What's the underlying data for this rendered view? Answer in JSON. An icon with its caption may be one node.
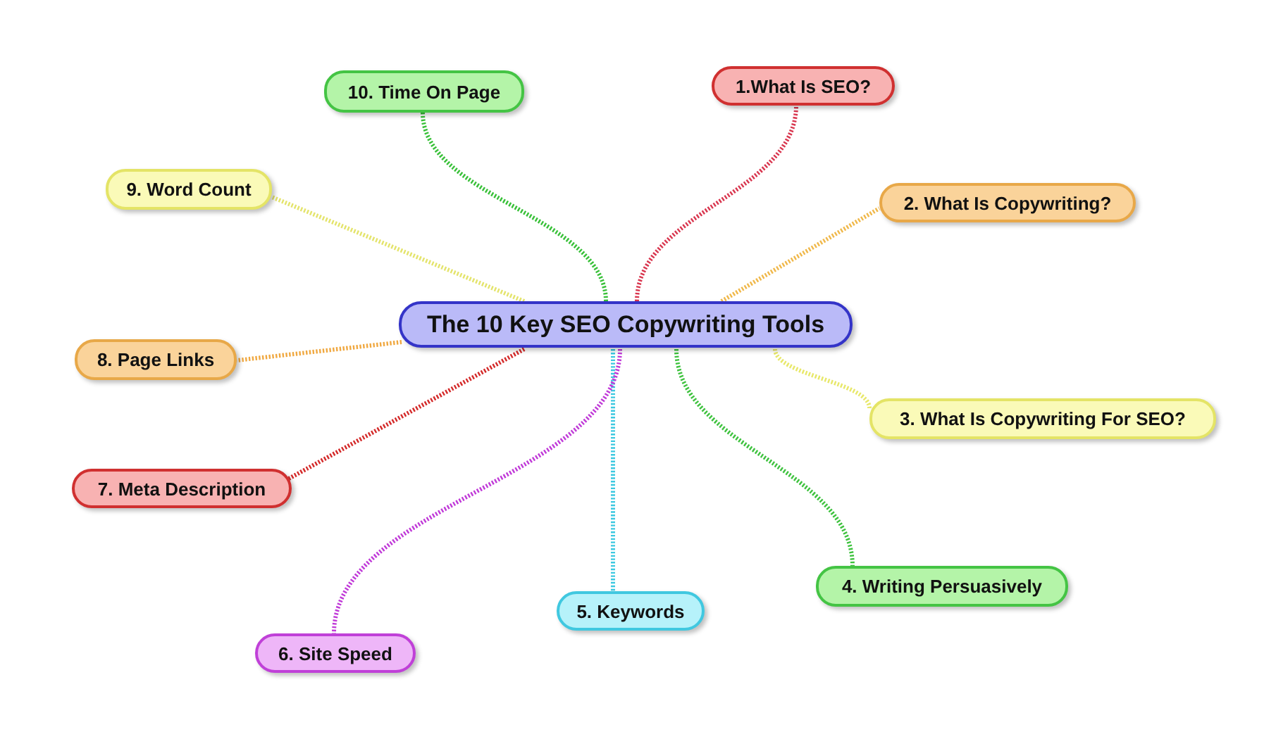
{
  "diagram": {
    "nodes": [
      {
        "text": [
          "The 10 Key SEO Copywriting Tools"
        ]
      },
      {
        "text": [
          "1.What Is SEO?"
        ]
      },
      {
        "text": [
          "2. What Is Copywriting?"
        ]
      },
      {
        "text": [
          "3. What Is Copywriting For SEO?"
        ]
      },
      {
        "text": [
          "4. Writing Persuasively"
        ]
      },
      {
        "text": [
          "5. Keywords"
        ]
      },
      {
        "text": [
          "6. Site Speed"
        ]
      },
      {
        "text": [
          "7. Meta Description"
        ]
      },
      {
        "text": [
          "8. Page Links"
        ]
      },
      {
        "text": [
          "9. Word Count"
        ]
      },
      {
        "text": [
          "10. Time On Page"
        ]
      }
    ],
    "edges": [
      {
        "from": 0,
        "to": 1,
        "arrow": "none",
        "color": "#d9364f"
      },
      {
        "from": 0,
        "to": 2,
        "arrow": "none",
        "color": "#f0b84a"
      },
      {
        "from": 0,
        "to": 3,
        "arrow": "none",
        "color": "#e8e86a"
      },
      {
        "from": 0,
        "to": 4,
        "arrow": "none",
        "color": "#3ec23e"
      },
      {
        "from": 0,
        "to": 5,
        "arrow": "none",
        "color": "#3cc8e0"
      },
      {
        "from": 0,
        "to": 6,
        "arrow": "none",
        "color": "#c03ad8"
      },
      {
        "from": 0,
        "to": 7,
        "arrow": "none",
        "color": "#d42a2a"
      },
      {
        "from": 0,
        "to": 8,
        "arrow": "none",
        "color": "#f0a840"
      },
      {
        "from": 0,
        "to": 9,
        "arrow": "none",
        "color": "#e4e46c"
      },
      {
        "from": 0,
        "to": 10,
        "arrow": "none",
        "color": "#38c038"
      }
    ]
  }
}
